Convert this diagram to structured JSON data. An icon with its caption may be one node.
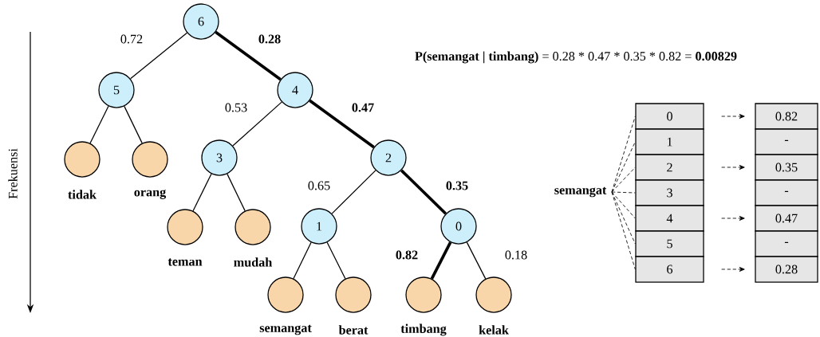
{
  "diagram": {
    "nodes": [
      {
        "text": [
          "6"
        ]
      },
      {
        "text": [
          "5"
        ]
      },
      {
        "text": [
          "4"
        ]
      },
      {
        "text": [],
        "shape": "circle",
        "beside": [
          "tidak"
        ]
      },
      {
        "text": [],
        "shape": "circle",
        "beside": [
          "orang"
        ]
      },
      {
        "text": [
          "3"
        ]
      },
      {
        "text": [
          "2"
        ]
      },
      {
        "text": [],
        "shape": "circle",
        "beside": [
          "teman"
        ]
      },
      {
        "text": [],
        "shape": "circle",
        "beside": [
          "mudah"
        ]
      },
      {
        "text": [
          "1"
        ]
      },
      {
        "text": [
          "0"
        ]
      },
      {
        "text": [],
        "shape": "circle",
        "beside": [
          "semangat"
        ]
      },
      {
        "text": [],
        "shape": "circle",
        "beside": [
          "berat"
        ]
      },
      {
        "text": [],
        "shape": "circle",
        "beside": [
          "timbang"
        ]
      },
      {
        "text": [],
        "shape": "circle",
        "beside": [
          "kelak"
        ]
      },
      {
        "text": [
          "semangat"
        ]
      },
      {
        "text": [
          "0"
        ]
      },
      {
        "text": [
          "1"
        ]
      },
      {
        "text": [
          "2"
        ]
      },
      {
        "text": [
          "3"
        ]
      },
      {
        "text": [
          "4"
        ]
      },
      {
        "text": [
          "5"
        ]
      },
      {
        "text": [
          "6"
        ]
      },
      {
        "text": [
          "0.82"
        ]
      },
      {
        "text": [
          "-"
        ]
      },
      {
        "text": [
          "0.35"
        ]
      },
      {
        "text": [
          "-"
        ]
      },
      {
        "text": [
          "0.47"
        ]
      },
      {
        "text": [
          "-"
        ]
      },
      {
        "text": [
          "0.28"
        ]
      }
    ],
    "edges": [
      {
        "from": 0,
        "to": 1,
        "arrow": "none",
        "label": "0.72"
      },
      {
        "from": 0,
        "to": 2,
        "arrow": "none",
        "label": "0.28",
        "style": "thick"
      },
      {
        "from": 1,
        "to": 3,
        "arrow": "none"
      },
      {
        "from": 1,
        "to": 4,
        "arrow": "none"
      },
      {
        "from": 2,
        "to": 5,
        "arrow": "none",
        "label": "0.53"
      },
      {
        "from": 2,
        "to": 6,
        "arrow": "none",
        "label": "0.47",
        "style": "thick"
      },
      {
        "from": 5,
        "to": 7,
        "arrow": "none"
      },
      {
        "from": 5,
        "to": 8,
        "arrow": "none"
      },
      {
        "from": 6,
        "to": 9,
        "arrow": "none",
        "label": "0.65"
      },
      {
        "from": 6,
        "to": 10,
        "arrow": "none",
        "label": "0.35",
        "style": "thick"
      },
      {
        "from": 9,
        "to": 11,
        "arrow": "none"
      },
      {
        "from": 9,
        "to": 12,
        "arrow": "none"
      },
      {
        "from": 10,
        "to": 13,
        "arrow": "none",
        "label": "0.82",
        "style": "thick"
      },
      {
        "from": 10,
        "to": 14,
        "arrow": "none",
        "label": "0.18"
      },
      {
        "from": 15,
        "to": 16,
        "arrow": "none",
        "style": "dashed"
      },
      {
        "from": 15,
        "to": 17,
        "arrow": "none",
        "style": "dashed"
      },
      {
        "from": 15,
        "to": 18,
        "arrow": "none",
        "style": "dashed"
      },
      {
        "from": 15,
        "to": 19,
        "arrow": "none",
        "style": "dashed"
      },
      {
        "from": 15,
        "to": 20,
        "arrow": "none",
        "style": "dashed"
      },
      {
        "from": 15,
        "to": 21,
        "arrow": "none",
        "style": "dashed"
      },
      {
        "from": 15,
        "to": 22,
        "arrow": "none",
        "style": "dashed"
      },
      {
        "from": 16,
        "to": 23,
        "arrow": "to",
        "style": "dashed"
      },
      {
        "from": 18,
        "to": 25,
        "arrow": "to",
        "style": "dashed"
      },
      {
        "from": 20,
        "to": 27,
        "arrow": "to",
        "style": "dashed"
      },
      {
        "from": 22,
        "to": 29,
        "arrow": "to",
        "style": "dashed"
      }
    ],
    "labels": [
      "**P(semangat | timbang)**  =  0.28 *  0.47 * 0.35 * 0.82 = **0.00829**",
      "Frekuensi"
    ]
  }
}
